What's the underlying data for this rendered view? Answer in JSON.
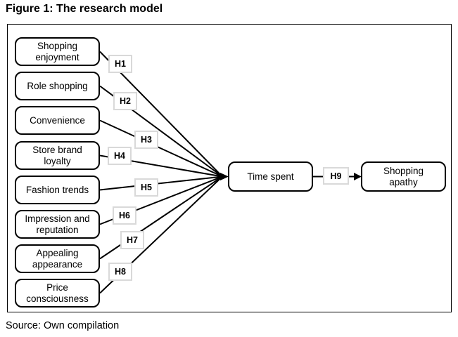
{
  "title": "Figure 1: The research model",
  "source": "Source: Own compilation",
  "diagram": {
    "factors": [
      {
        "label": "Shopping enjoyment",
        "hypothesis": "H1"
      },
      {
        "label": "Role shopping",
        "hypothesis": "H2"
      },
      {
        "label": "Convenience",
        "hypothesis": "H3"
      },
      {
        "label": "Store brand loyalty",
        "hypothesis": "H4"
      },
      {
        "label": "Fashion trends",
        "hypothesis": "H5"
      },
      {
        "label": "Impression and reputation",
        "hypothesis": "H6"
      },
      {
        "label": "Appealing appearance",
        "hypothesis": "H7"
      },
      {
        "label": "Price consciousness",
        "hypothesis": "H8"
      }
    ],
    "mediator": {
      "label": "Time spent"
    },
    "mediator_hypothesis": "H9",
    "outcome": {
      "label": "Shopping apathy"
    },
    "colors": {
      "line": "#000000",
      "node_border": "#000000",
      "hypothesis_border": "#d9d9d9",
      "text": "#000000",
      "background": "#ffffff"
    }
  }
}
